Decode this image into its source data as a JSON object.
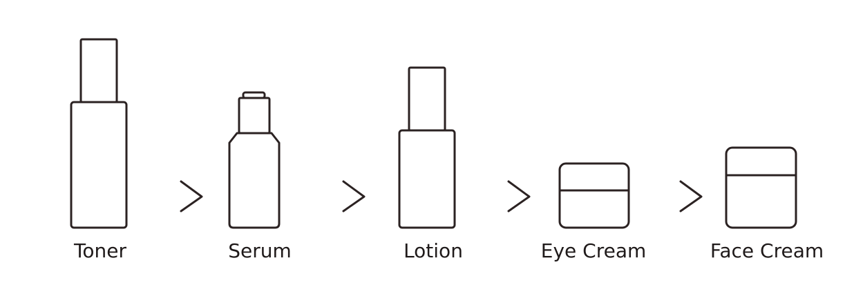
{
  "steps": [
    {
      "label": "Toner",
      "icon": "tall-bottle-icon"
    },
    {
      "label": "Serum",
      "icon": "dropper-bottle-icon"
    },
    {
      "label": "Lotion",
      "icon": "pump-bottle-icon"
    },
    {
      "label": "Eye Cream",
      "icon": "small-jar-icon"
    },
    {
      "label": "Face Cream",
      "icon": "large-jar-icon"
    }
  ],
  "arrow_icon": "chevron-right-icon",
  "colors": {
    "line": "#2b2222",
    "text": "#1f1a1a",
    "background": "#ffffff"
  }
}
